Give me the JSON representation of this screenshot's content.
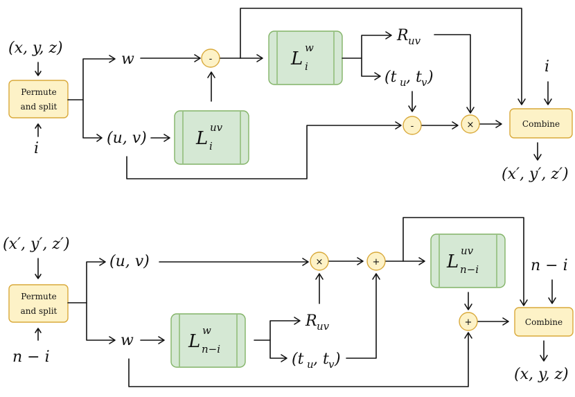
{
  "top": {
    "input_xyz": "(x, y, z)",
    "input_i": "i",
    "permute_line1": "Permute",
    "permute_line2": "and split",
    "w": "w",
    "uv": "(u, v)",
    "minus1": "-",
    "minus2": "-",
    "times": "×",
    "Lw_main": "L",
    "Lw_sup": "w",
    "Lw_sub": "i",
    "Luv_main": "L",
    "Luv_sup": "uv",
    "Luv_sub": "i",
    "R_main": "R",
    "R_sub": "uv",
    "t_text": "(t",
    "t_u": "u",
    "t_comma": ", t",
    "t_v": "v",
    "t_close": ")",
    "combine_i": "i",
    "combine": "Combine",
    "output": "(x′, y′, z′)"
  },
  "bottom": {
    "input_xyz": "(x′, y′, z′)",
    "input_n": "n − i",
    "permute_line1": "Permute",
    "permute_line2": "and split",
    "uv": "(u, v)",
    "w": "w",
    "times": "×",
    "plus1": "+",
    "plus2": "+",
    "Lw_main": "L",
    "Lw_sup": "w",
    "Lw_sub": "n−i",
    "Luv_main": "L",
    "Luv_sup": "uv",
    "Luv_sub": "n−i",
    "R_main": "R",
    "R_sub": "uv",
    "t_text": "(t",
    "t_u": "u",
    "t_comma": ", t",
    "t_v": "v",
    "t_close": ")",
    "combine_n": "n − i",
    "combine": "Combine",
    "output": "(x, y, z)"
  }
}
